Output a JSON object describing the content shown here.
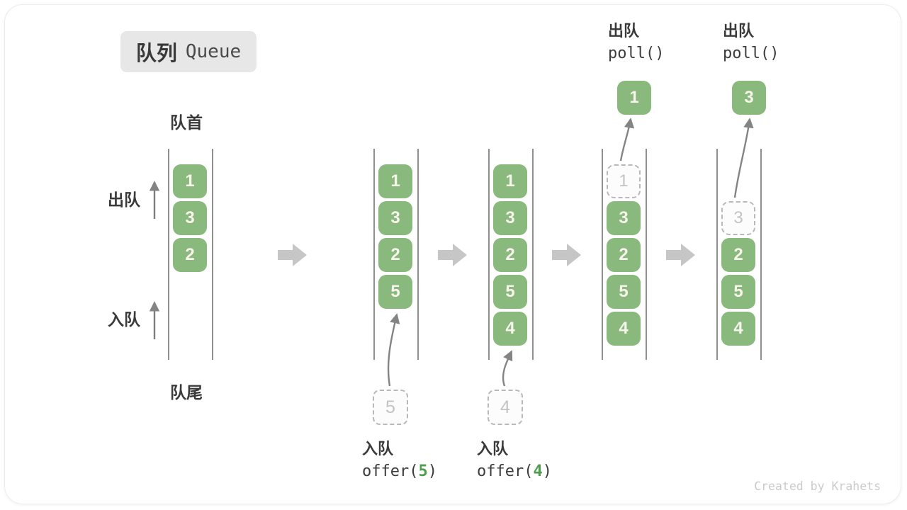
{
  "title": {
    "zh": "队列",
    "en": "Queue"
  },
  "side_labels": {
    "front": "队首",
    "rear": "队尾",
    "dequeue": "出队",
    "enqueue": "入队"
  },
  "watermark": "Created by Krahets",
  "colors": {
    "box_green": "#89b97c",
    "box_text": "#f7f4ec",
    "code_green": "#4d9e4f",
    "text_dark": "#3a3a3a",
    "wall_gray": "#8f8f8f",
    "thin_arrow_gray": "#848484",
    "block_arrow_gray": "#c6c6c6",
    "dashed_border": "#b9b9b9",
    "dashed_text": "#c3c3c3",
    "badge_bg": "#e7e7e7",
    "watermark_gray": "#cbcbcb"
  },
  "queue_states": [
    {
      "name": "queue-state-1-initial",
      "slots": [
        {
          "v": "1",
          "kind": "solid"
        },
        {
          "v": "3",
          "kind": "solid"
        },
        {
          "v": "2",
          "kind": "solid"
        }
      ]
    },
    {
      "name": "queue-state-2-after-offer-5",
      "slots": [
        {
          "v": "1",
          "kind": "solid"
        },
        {
          "v": "3",
          "kind": "solid"
        },
        {
          "v": "2",
          "kind": "solid"
        },
        {
          "v": "5",
          "kind": "solid"
        }
      ],
      "incoming_value": "5",
      "operation": {
        "position": "bottom",
        "zh": "入队",
        "code_prefix": "offer(",
        "code_arg": "5",
        "code_suffix": ")"
      }
    },
    {
      "name": "queue-state-3-after-offer-4",
      "slots": [
        {
          "v": "1",
          "kind": "solid"
        },
        {
          "v": "3",
          "kind": "solid"
        },
        {
          "v": "2",
          "kind": "solid"
        },
        {
          "v": "5",
          "kind": "solid"
        },
        {
          "v": "4",
          "kind": "solid"
        }
      ],
      "incoming_value": "4",
      "operation": {
        "position": "bottom",
        "zh": "入队",
        "code_prefix": "offer(",
        "code_arg": "4",
        "code_suffix": ")"
      }
    },
    {
      "name": "queue-state-4-poll-1",
      "slots": [
        {
          "v": "1",
          "kind": "dashed"
        },
        {
          "v": "3",
          "kind": "solid"
        },
        {
          "v": "2",
          "kind": "solid"
        },
        {
          "v": "5",
          "kind": "solid"
        },
        {
          "v": "4",
          "kind": "solid"
        }
      ],
      "extracted_value": "1",
      "operation": {
        "position": "top",
        "zh": "出队",
        "code_prefix": "poll()",
        "code_arg": "",
        "code_suffix": ""
      }
    },
    {
      "name": "queue-state-5-poll-3",
      "slots": [
        {
          "v": "",
          "kind": "empty"
        },
        {
          "v": "3",
          "kind": "dashed"
        },
        {
          "v": "2",
          "kind": "solid"
        },
        {
          "v": "5",
          "kind": "solid"
        },
        {
          "v": "4",
          "kind": "solid"
        }
      ],
      "extracted_value": "3",
      "operation": {
        "position": "top",
        "zh": "出队",
        "code_prefix": "poll()",
        "code_arg": "",
        "code_suffix": ""
      }
    }
  ]
}
